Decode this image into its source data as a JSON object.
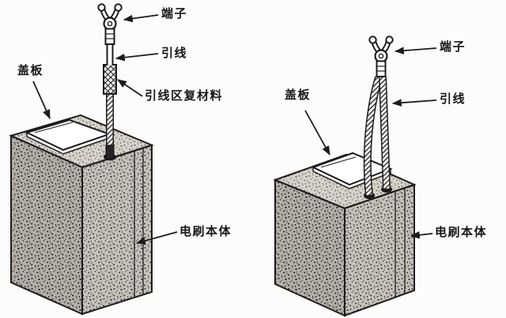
{
  "figure": {
    "background": "#fcfcfa",
    "ink": "#1c1c1c",
    "left_brush": {
      "labels": {
        "terminal": "端子",
        "lead": "引线",
        "lead_cover": "引线区复材料",
        "cover_plate": "盖板",
        "body": "电刷本体"
      }
    },
    "right_brush": {
      "labels": {
        "terminal": "端子",
        "lead": "引线",
        "cover_plate": "盖板",
        "body": "电刷本体"
      }
    }
  }
}
